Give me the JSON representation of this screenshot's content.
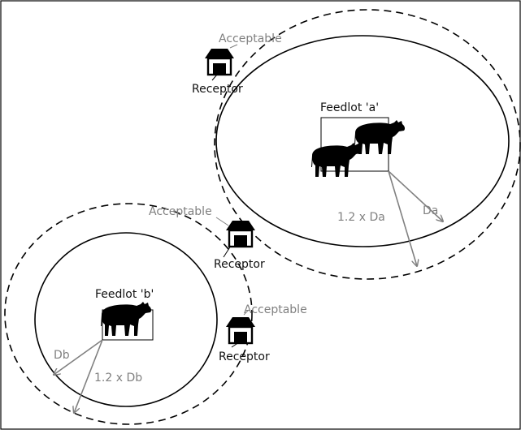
{
  "colors": {
    "line": "#000000",
    "arrow": "#808080",
    "grey_text": "#808080",
    "dark_text": "#111111"
  },
  "feedlot_a": {
    "title": "Feedlot 'a'",
    "distance_label": "Da",
    "buffer_label": "1.2 x Da"
  },
  "feedlot_b": {
    "title": "Feedlot 'b'",
    "distance_label": "Db",
    "buffer_label": "1.2 x Db"
  },
  "receptors": [
    {
      "label": "Receptor",
      "status": "Acceptable"
    },
    {
      "label": "Receptor",
      "status": "Acceptable"
    },
    {
      "label": "Receptor",
      "status": "Acceptable"
    }
  ],
  "icons": [
    "cow-icon",
    "house-icon"
  ]
}
